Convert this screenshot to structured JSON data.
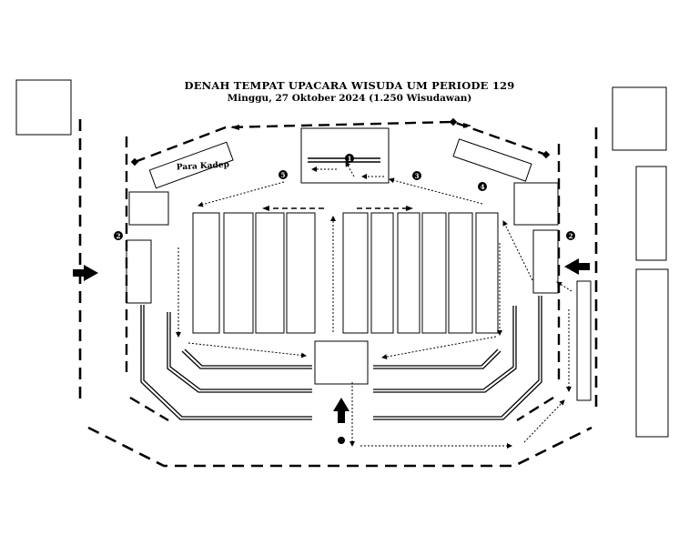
{
  "header": {
    "title": "DENAH TEMPAT UPACARA WISUDA UM PERIODE 129",
    "subtitle": "Minggu, 27 Oktober 2024 (1.250 Wisudawan)"
  },
  "labels": {
    "para_kadep": "Para Kadep"
  },
  "markers": {
    "m1": "1",
    "m2_left": "2",
    "m2_right": "2",
    "m3": "3",
    "m4": "4",
    "m5": "5"
  },
  "colors": {
    "line": "#000000",
    "background": "#ffffff"
  }
}
